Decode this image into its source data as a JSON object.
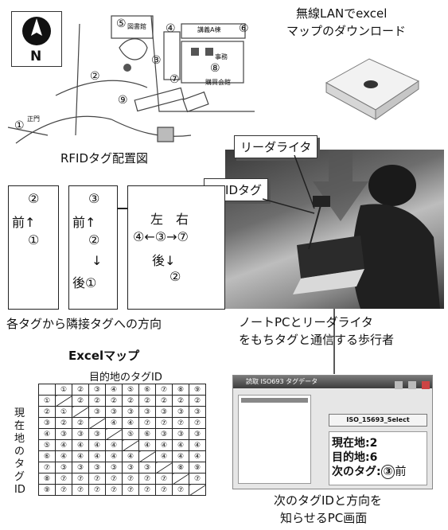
{
  "top_caption": {
    "line1": "無線LANでexcel",
    "line2": "マップのダウンロード"
  },
  "map": {
    "north_label": "N",
    "caption": "RFIDタグ配置図",
    "tag_marks": [
      "⑤",
      "④",
      "⑥",
      "③",
      "⑧",
      "⑦",
      "②",
      "⑨",
      "①"
    ],
    "labels": {
      "lab": "講義A棟",
      "meeting": "図書館",
      "office": "事務",
      "main_gate": "正門",
      "store": "購買会館"
    }
  },
  "callouts": {
    "reader": "リーダライタ",
    "rfid_tag": "RFIDタグ"
  },
  "direction_boxes": [
    {
      "lines": [
        "②",
        "前↑",
        "①"
      ]
    },
    {
      "lines": [
        "③",
        "前↑",
        "②",
        "↓",
        "後①"
      ]
    },
    {
      "top": "左　右",
      "middle": "④←③→⑦",
      "bottom": "後↓",
      "last": "②"
    }
  ],
  "captions": {
    "directions": "各タグから隣接タグへの方向",
    "walker_line1": "ノートPCとリーダライタ",
    "walker_line2": "をもちタグと通信する歩行者",
    "excel_title": "Excelマップ",
    "dest_axis": "目的地のタグID",
    "current_axis": "現在地のタグID",
    "pc_line1": "次のタグIDと方向を",
    "pc_line2": "知らせるPC画面"
  },
  "excel_matrix": {
    "header": [
      "①",
      "②",
      "③",
      "④",
      "⑤",
      "⑥",
      "⑦",
      "⑧",
      "⑨"
    ],
    "rows": [
      [
        "①",
        "",
        "②",
        "②",
        "②",
        "②",
        "②",
        "②",
        "②",
        "②"
      ],
      [
        "②",
        "①",
        "",
        "③",
        "③",
        "③",
        "③",
        "③",
        "③",
        "③"
      ],
      [
        "③",
        "②",
        "②",
        "",
        "④",
        "④",
        "⑦",
        "⑦",
        "⑦",
        "⑦"
      ],
      [
        "④",
        "③",
        "③",
        "③",
        "",
        "⑤",
        "⑥",
        "③",
        "③",
        "③"
      ],
      [
        "⑤",
        "④",
        "④",
        "④",
        "④",
        "",
        "④",
        "④",
        "④",
        "④"
      ],
      [
        "⑥",
        "④",
        "④",
        "④",
        "④",
        "④",
        "",
        "④",
        "④",
        "④"
      ],
      [
        "⑦",
        "③",
        "③",
        "③",
        "③",
        "③",
        "③",
        "",
        "⑧",
        "⑨"
      ],
      [
        "⑧",
        "⑦",
        "⑦",
        "⑦",
        "⑦",
        "⑦",
        "⑦",
        "⑦",
        "",
        "⑦"
      ],
      [
        "⑨",
        "⑦",
        "⑦",
        "⑦",
        "⑦",
        "⑦",
        "⑦",
        "⑦",
        "⑦",
        ""
      ]
    ]
  },
  "pc_screen": {
    "title": "読取 ISO693 タグデータ",
    "select_button": "ISO_15693_Select",
    "current": "現在地:2",
    "destination": "目的地:6",
    "next_label": "次のタグ:",
    "next_tag": "③",
    "next_dir": "前"
  }
}
